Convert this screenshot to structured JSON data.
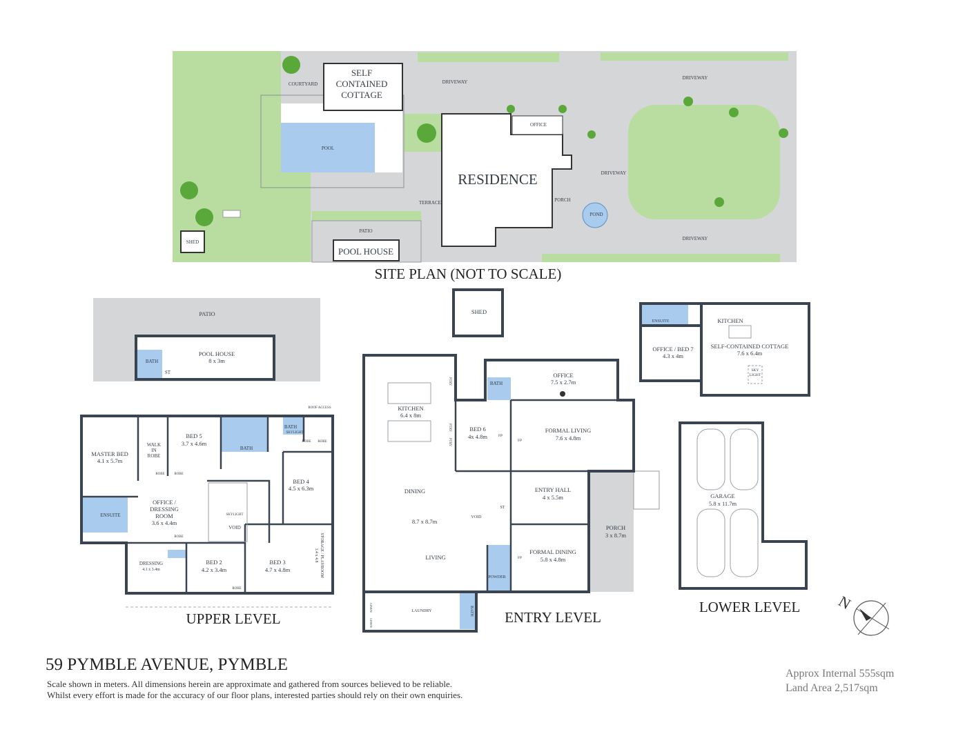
{
  "site_plan": {
    "title": "SITE PLAN (NOT TO SCALE)",
    "cottage_lines": [
      "SELF",
      "CONTAINED",
      "COTTAGE"
    ],
    "courtyard": "COURTYARD",
    "driveway": "DRIVEWAY",
    "office": "OFFICE",
    "pool": "POOL",
    "residence": "RESIDENCE",
    "terrace": "TERRACE",
    "porch": "PORCH",
    "pond": "POND",
    "patio": "PATIO",
    "pool_house": "POOL HOUSE",
    "shed": "SHED"
  },
  "pool_house_plan": {
    "patio": "PATIO",
    "name": "POOL HOUSE",
    "size": "8 x 3m",
    "bath": "BATH",
    "store": "ST"
  },
  "shed_plan": {
    "name": "SHED"
  },
  "upper_level": {
    "title": "UPPER LEVEL",
    "roof_access": "ROOF ACCESS",
    "master_bed": {
      "name": "MASTER BED",
      "size": "4.1 x 5.7m"
    },
    "walk_in_robe": [
      "WALK",
      "IN",
      "ROBE"
    ],
    "bed5": {
      "name": "BED 5",
      "size": "3.7 x 4.6m"
    },
    "bath": "BATH",
    "bath2": "BATH",
    "skylight": "SKYLIGHT",
    "bed4": {
      "name": "BED 4",
      "size": "4.5 x 6.3m"
    },
    "office_dressing": {
      "lines": [
        "OFFICE /",
        "DRESSING",
        "ROOM"
      ],
      "size": "3.6 x 4.4m"
    },
    "ensuite": "ENSUITE",
    "void": "VOID",
    "dressing": {
      "name": "DRESSING",
      "size": "4.1 x 3.4m"
    },
    "bed2": {
      "name": "BED 2",
      "size": "4.2 x 3.4m"
    },
    "bed3": {
      "name": "BED 3",
      "size": "4.7 x 4.8m"
    },
    "storage": {
      "name": "STORAGE / PLAYROOM",
      "size": "1.4 x 4.8"
    },
    "robe": "ROBE"
  },
  "entry_level": {
    "title": "ENTRY LEVEL",
    "kitchen": {
      "name": "KITCHEN",
      "size": "6.4 x 8m"
    },
    "pantry": "PTRY",
    "bath": "BATH",
    "office": {
      "name": "OFFICE",
      "size": "7.5 x 2.7m"
    },
    "bed6": {
      "name": "BED 6",
      "size": "4x 4.8m"
    },
    "formal_living": {
      "name": "FORMAL LIVING",
      "size": "7.6 x 4.8m"
    },
    "fireplace": "FP",
    "dining": "DINING",
    "dining_size": "8.7 x 8.7m",
    "living": "LIVING",
    "entry_hall": {
      "name": "ENTRY HALL",
      "size": "4 x 5.5m"
    },
    "void": "VOID",
    "store": "ST",
    "porch": {
      "name": "PORCH",
      "size": "3 x 8.7m"
    },
    "formal_dining": {
      "name": "FORMAL DINING",
      "size": "5.8 x 4.8m"
    },
    "powder": "POWDER",
    "laundry": "LAUNDRY",
    "linen": "LINEN",
    "laundry_bath": "BATH"
  },
  "lower_level": {
    "title": "LOWER LEVEL",
    "ensuite": "ENSUITE",
    "kitchen": "KITCHEN",
    "office_bed7": {
      "name": "OFFICE / BED 7",
      "size": "4.3 x 4m"
    },
    "cottage": {
      "name": "SELF-CONTAINED COTTAGE",
      "size": "7.6 x 6.4m"
    },
    "skylight": [
      "SKY",
      "LIGHT"
    ],
    "garage": {
      "name": "GARAGE",
      "size": "5.8 x 11.7m"
    }
  },
  "compass": {
    "label": "N",
    "icon": "north-arrow-icon"
  },
  "footer": {
    "address": "59 PYMBLE AVENUE, PYMBLE",
    "note1": "Scale shown in meters. All dimensions herein are approximate and gathered from sources believed to be  reliable.",
    "note2": "Whilst every effort is made for the accuracy of our floor plans, interested parties should rely on their own enquiries.",
    "internal": "Approx Internal 555sqm",
    "land": "Land Area 2,517sqm"
  },
  "colors": {
    "wall": "#3a4450",
    "wet_area": "#a9cbee",
    "lawn": "#b9dca0",
    "paving": "#d5d6d7",
    "shrub": "#5aa83a"
  }
}
